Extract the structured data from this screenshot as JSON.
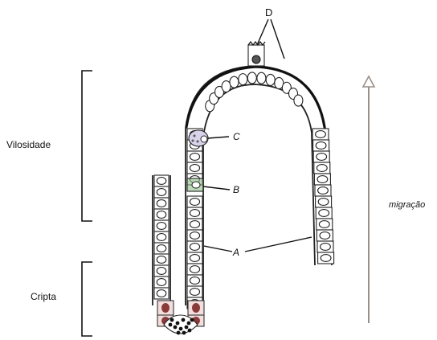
{
  "labels": {
    "D": "D",
    "C": "C",
    "B": "B",
    "A": "A",
    "vilosidade": "Vilosidade",
    "cripta": "Cripta",
    "migracao": "migração"
  },
  "colors": {
    "ink": "#111111",
    "migration_arrow": "#9a8f86",
    "goblet_cell": "#d8d2ea",
    "enteroendocrine_cell": "#8fbf8a",
    "paneth_granule": "#8a3a3a",
    "paneth_cell": "#f3dede"
  },
  "icons": {
    "migration_arrow": "open-triangle-arrow-up"
  }
}
